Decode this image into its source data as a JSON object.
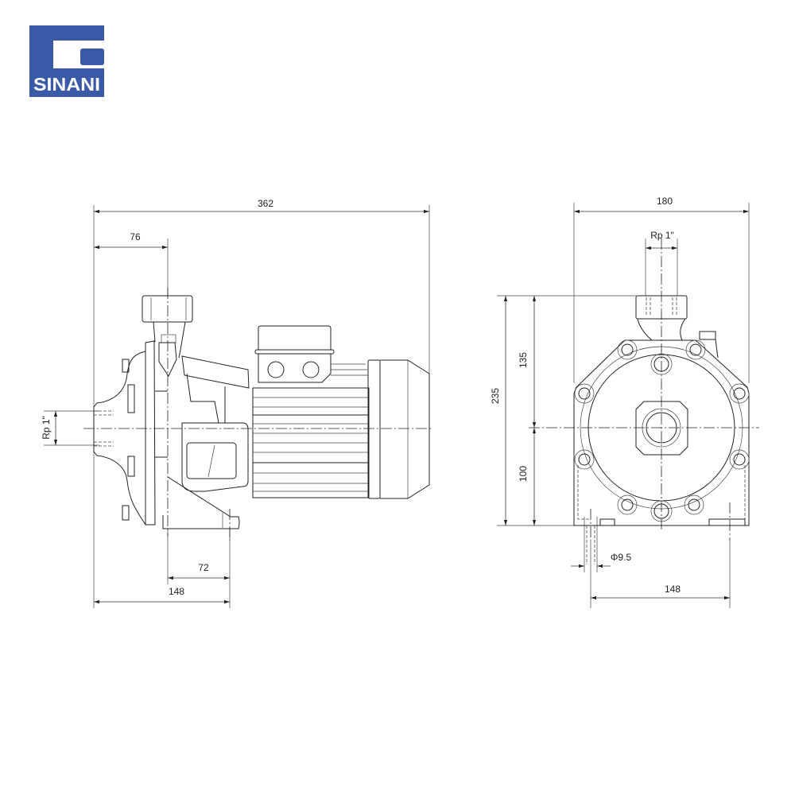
{
  "logo": {
    "text": "SINANI",
    "color": "#3a5aa8"
  },
  "side_view": {
    "overall_length": "362",
    "outlet_offset": "76",
    "inlet_size": "Rp 1\"",
    "foot_width": "72",
    "foot_length": "148"
  },
  "front_view": {
    "overall_width": "180",
    "outlet_size": "Rp 1\"",
    "overall_height": "235",
    "upper_height": "135",
    "shaft_height": "100",
    "hole_diameter": "Φ9.5",
    "foot_spacing": "148"
  }
}
